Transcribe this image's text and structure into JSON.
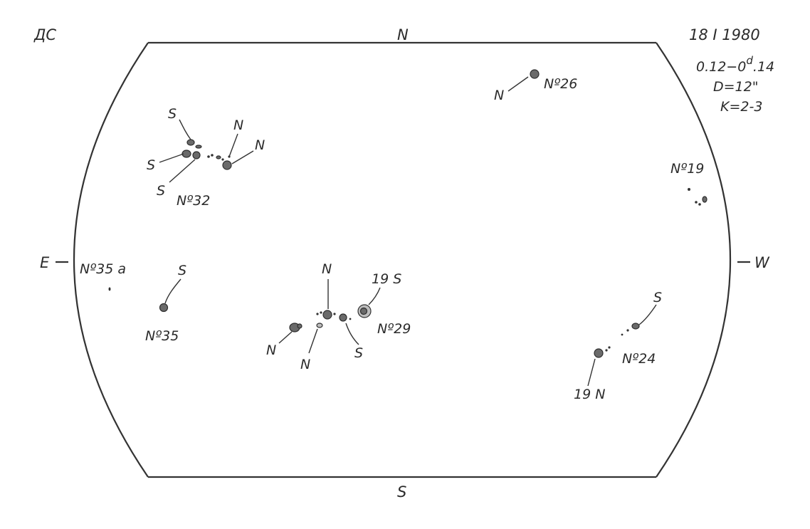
{
  "header": {
    "observer": "ДС",
    "date": "18 I 1980",
    "time_range_main": "0.12−0",
    "time_superscript": "d",
    "time_range_end": ".14",
    "diameter": "D=12\"",
    "quality": "K=2-3"
  },
  "directions": {
    "north": "N",
    "south": "S",
    "east": "E",
    "west": "W"
  },
  "groups": [
    {
      "id": "No26",
      "label": "Nº26",
      "polarity": [
        "N"
      ]
    },
    {
      "id": "No32",
      "label": "Nº32",
      "polarity": [
        "S",
        "S",
        "S",
        "N",
        "N"
      ]
    },
    {
      "id": "No19",
      "label": "Nº19",
      "polarity": []
    },
    {
      "id": "No35a",
      "label": "Nº35 a",
      "polarity": []
    },
    {
      "id": "No35",
      "label": "Nº35",
      "polarity": [
        "S"
      ]
    },
    {
      "id": "No29",
      "label": "Nº29",
      "polarity": [
        "N",
        "19 S",
        "S",
        "N",
        "N"
      ]
    },
    {
      "id": "No24",
      "label": "Nº24",
      "polarity": [
        "S",
        "19 N"
      ]
    }
  ]
}
